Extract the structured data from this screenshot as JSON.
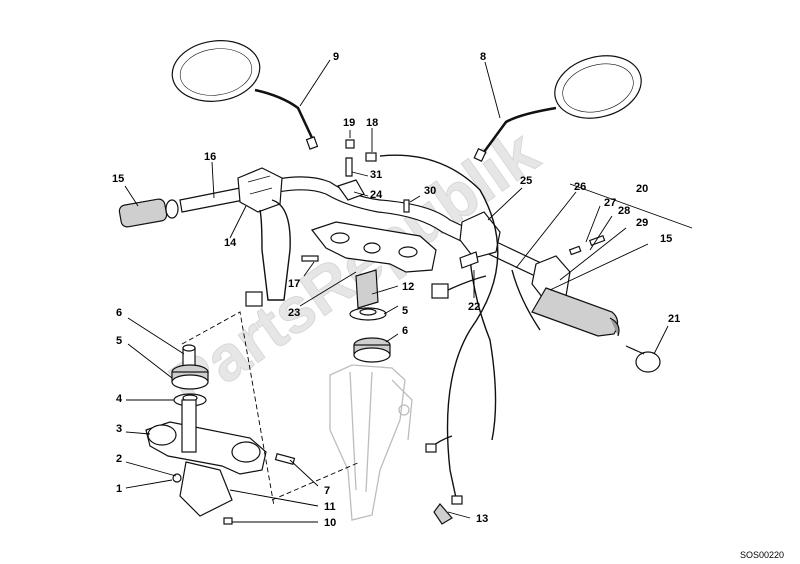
{
  "callouts": {
    "c1": "1",
    "c2": "2",
    "c3": "3",
    "c4": "4",
    "c5a": "5",
    "c5b": "5",
    "c6a": "6",
    "c6b": "6",
    "c7": "7",
    "c8": "8",
    "c9": "9",
    "c10": "10",
    "c11": "11",
    "c12": "12",
    "c13": "13",
    "c14": "14",
    "c15a": "15",
    "c15b": "15",
    "c16": "16",
    "c17": "17",
    "c18": "18",
    "c19": "19",
    "c20": "20",
    "c21": "21",
    "c22": "22",
    "c23": "23",
    "c24": "24",
    "c25": "25",
    "c26": "26",
    "c27": "27",
    "c28": "28",
    "c29": "29",
    "c30": "30",
    "c31": "31"
  },
  "watermark": "PartsRepublik",
  "drawing_code": "SOS00220"
}
